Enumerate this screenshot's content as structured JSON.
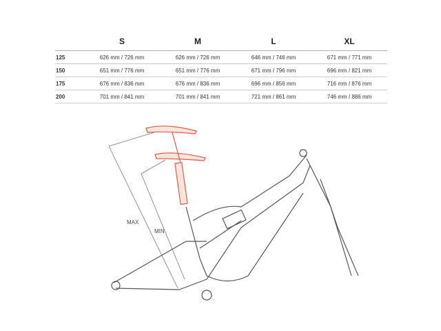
{
  "table": {
    "headers": [
      "",
      "S",
      "M",
      "L",
      "XL"
    ],
    "rows": [
      {
        "label": "125",
        "values": [
          "626 mm / 726 mm",
          "626 mm / 726 mm",
          "646 mm / 746 mm",
          "671 mm / 771 mm"
        ]
      },
      {
        "label": "150",
        "values": [
          "651 mm / 776 mm",
          "651 mm / 776 mm",
          "671 mm / 796 mm",
          "696 mm / 821 mm"
        ]
      },
      {
        "label": "175",
        "values": [
          "676 mm / 836 mm",
          "676 mm / 836 mm",
          "696 mm / 856 mm",
          "716 mm / 876 mm"
        ]
      },
      {
        "label": "200",
        "values": [
          "701 mm / 841 mm",
          "701 mm / 841 mm",
          "721 mm / 861 mm",
          "746 mm / 886 mm"
        ]
      }
    ]
  },
  "diagram": {
    "max_label": "MAX",
    "min_label": "MIN",
    "accent": "#e05a45",
    "frame": "#555555"
  }
}
